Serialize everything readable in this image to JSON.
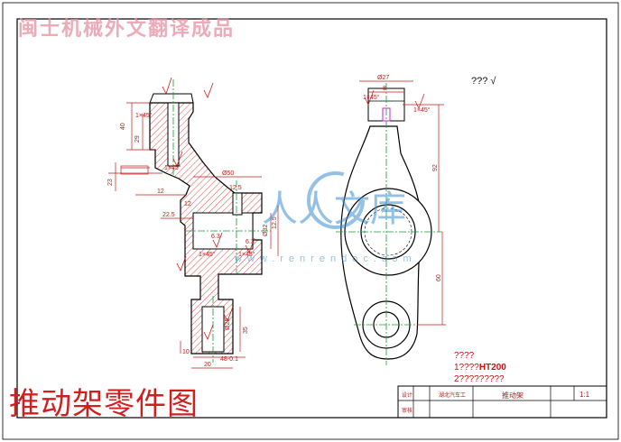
{
  "watermark_top": "闽士机械外文翻译成品",
  "drawing_title": "推动架零件图",
  "watermark_center": "人人文库",
  "watermark_url": "www.renrendoc.com",
  "roughness_symbol_text": "???",
  "tech_requirements": {
    "heading": "????",
    "line1": "1????",
    "line1_material": "HT200",
    "line2": "2?????????"
  },
  "title_block": {
    "label_design": "设计",
    "label_check": "审核",
    "school": "湖北汽车工",
    "part_name": "推动架",
    "scale": "1:1"
  },
  "dimensions": {
    "left_view": [
      "40",
      "29",
      "12",
      "23",
      "1×45°",
      "1×45°",
      "12",
      "22.5",
      "Ø50",
      "Ø32",
      "1×45°",
      "1×45°",
      "6.3",
      "6.3",
      "Ø25",
      "35",
      "10",
      "20",
      "48-0.1",
      "12.5",
      "12.5"
    ],
    "right_view": [
      "Ø27",
      "8",
      "1×45°",
      "1×45°",
      "92",
      "60"
    ]
  },
  "colors": {
    "line": "#000000",
    "hatch": "#d32020",
    "dim": "#c41a1a",
    "center": "#1a9a3a",
    "accent": "#d020d0",
    "watermark_logo": "#3b8fd3"
  }
}
